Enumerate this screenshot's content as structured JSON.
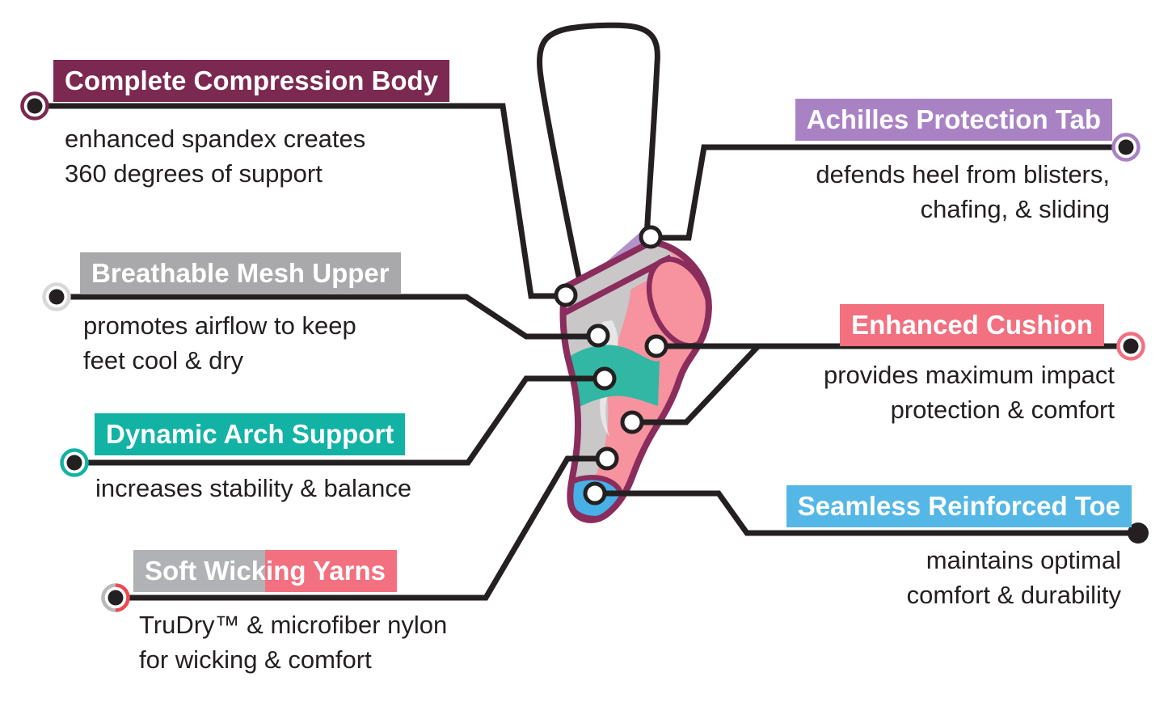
{
  "figure": {
    "type": "product-feature-infographic",
    "subject": "ankle running sock",
    "background": "#ffffff",
    "line_color": "#242021"
  },
  "callouts": [
    {
      "id": "compression",
      "title": "Complete Compression Body",
      "description": [
        "enhanced spandex creates",
        "360 degrees of support"
      ],
      "color": "#7b2950",
      "side": "left"
    },
    {
      "id": "mesh",
      "title": "Breathable Mesh Upper",
      "description": [
        "promotes airflow to keep",
        "feet cool & dry"
      ],
      "color": "#a9a9ab",
      "side": "left"
    },
    {
      "id": "arch",
      "title": "Dynamic Arch Support",
      "description": [
        "increases stability & balance",
        ""
      ],
      "color": "#12b2a4",
      "side": "left"
    },
    {
      "id": "wicking",
      "title": "Soft Wicking Yarns",
      "description": [
        "TruDry™ & microfiber nylon",
        "for wicking & comfort"
      ],
      "color": "#b0b2b5",
      "color2": "#f2707f",
      "side": "left"
    },
    {
      "id": "achilles",
      "title": "Achilles Protection Tab",
      "description": [
        "defends heel from blisters,",
        "chafing, & sliding"
      ],
      "color": "#a982c4",
      "side": "right"
    },
    {
      "id": "cushion",
      "title": "Enhanced Cushion",
      "description": [
        "provides maximum impact",
        "protection & comfort"
      ],
      "color": "#f2707f",
      "side": "right"
    },
    {
      "id": "toe",
      "title": "Seamless Reinforced Toe",
      "description": [
        "maintains optimal",
        "comfort & durability"
      ],
      "color": "#55b7e5",
      "side": "right"
    }
  ],
  "sock_colors": {
    "outline_maroon": "#8a2c5c",
    "body_gray": "#c9c7c8",
    "cushion_pink": "#f6939e",
    "arch_teal": "#31b7a3",
    "toe_blue": "#47b0e6",
    "achilles_tab_purple": "#b392cc",
    "wicking_ring_red": "#ea4a52",
    "mesh_ring_gray": "#d9d7d7"
  }
}
